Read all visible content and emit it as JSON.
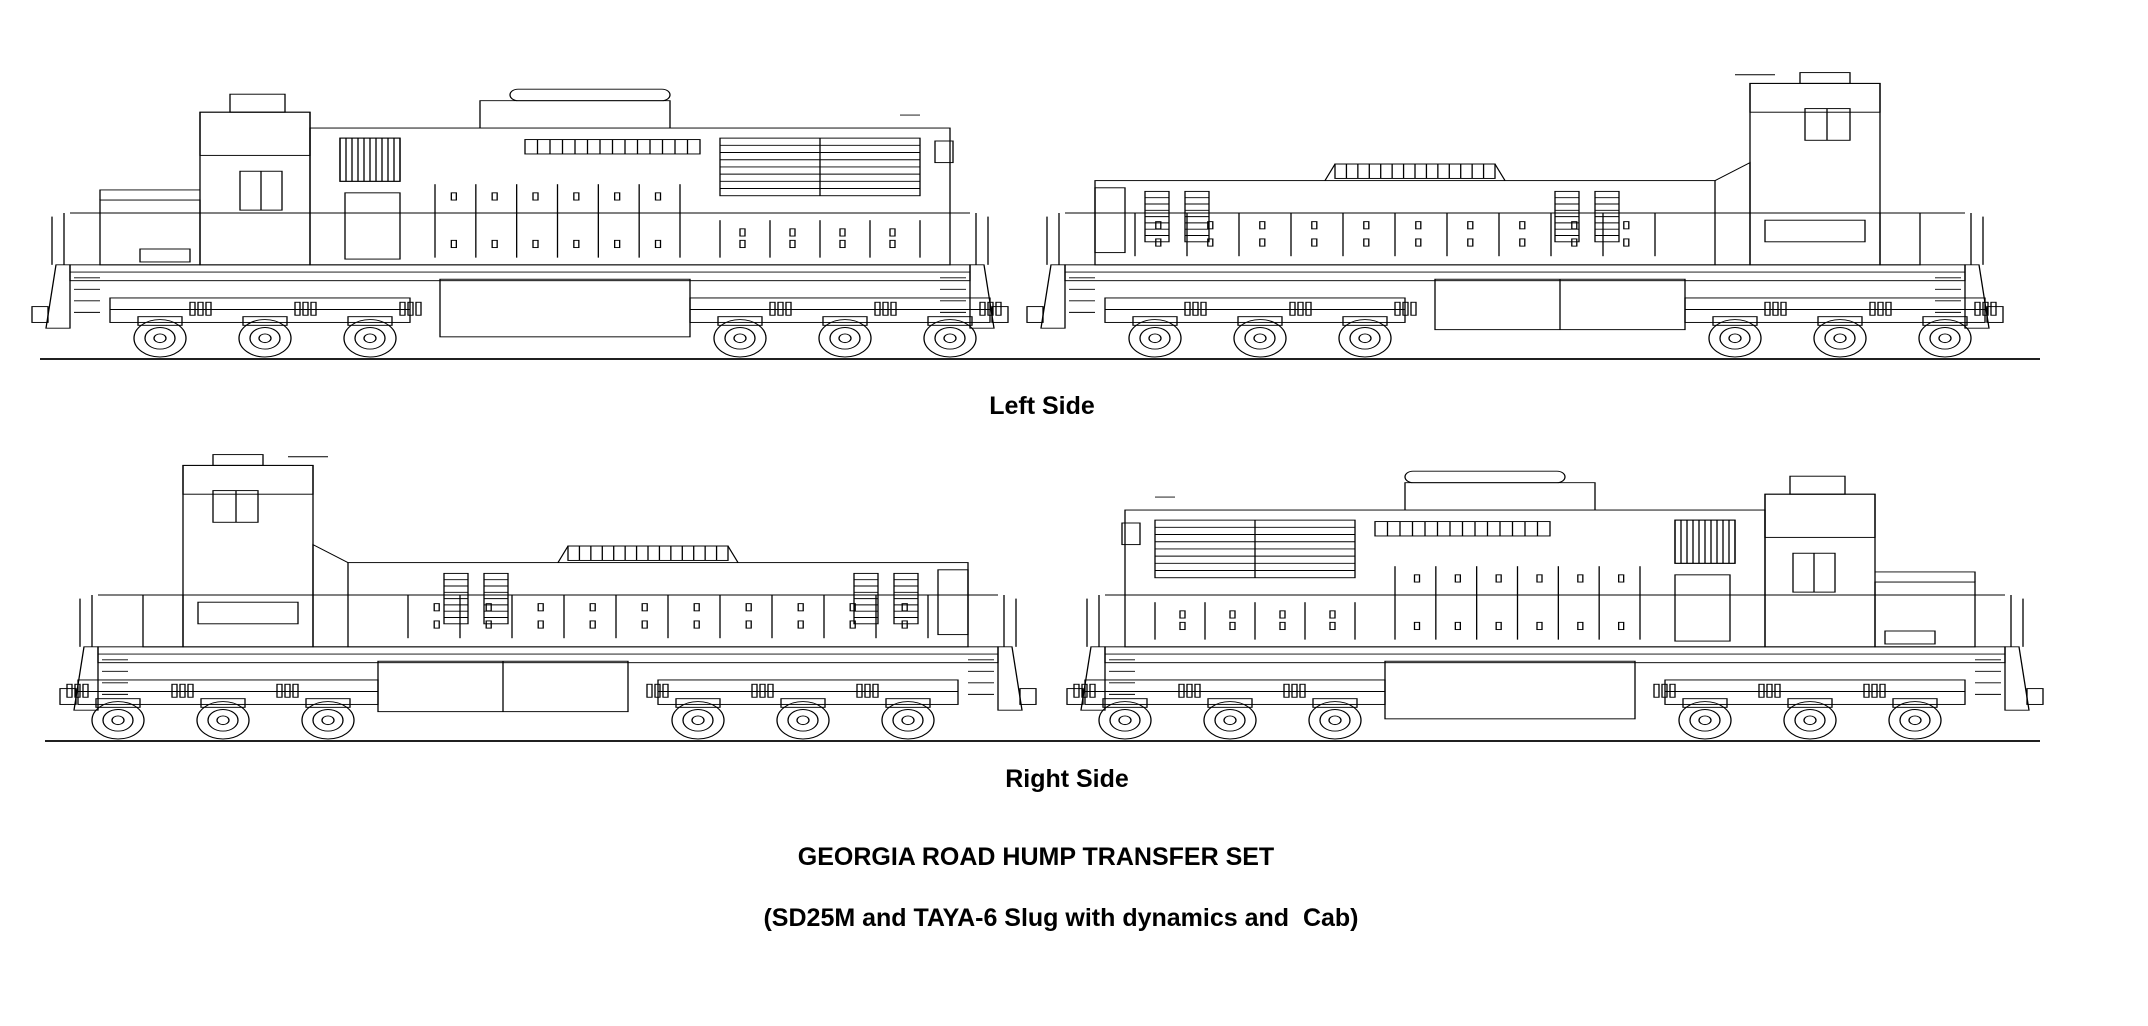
{
  "labels": {
    "left_side": "Left Side",
    "right_side": "Right Side"
  },
  "title": "GEORGIA ROAD HUMP TRANSFER SET",
  "subtitle": "(SD25M and TAYA-6 Slug with dynamics and  Cab)",
  "colors": {
    "line": "#000000",
    "background": "#ffffff"
  },
  "views": [
    {
      "side": "left",
      "units": [
        "SD25M",
        "TAYA-6 Slug"
      ]
    },
    {
      "side": "right",
      "units": [
        "TAYA-6 Slug",
        "SD25M"
      ]
    }
  ]
}
